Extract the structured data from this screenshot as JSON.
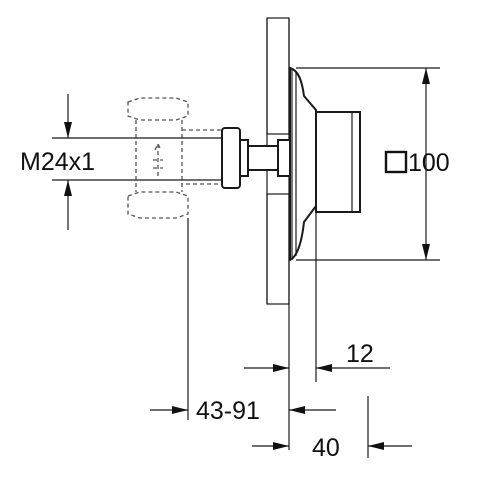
{
  "drawing": {
    "labels": {
      "thread": "M24x1",
      "plate_size": "100",
      "plate_depth": "12",
      "install_depth": "43-91",
      "projection": "40"
    },
    "colors": {
      "line": "#1a1a1a",
      "background": "#ffffff"
    }
  }
}
